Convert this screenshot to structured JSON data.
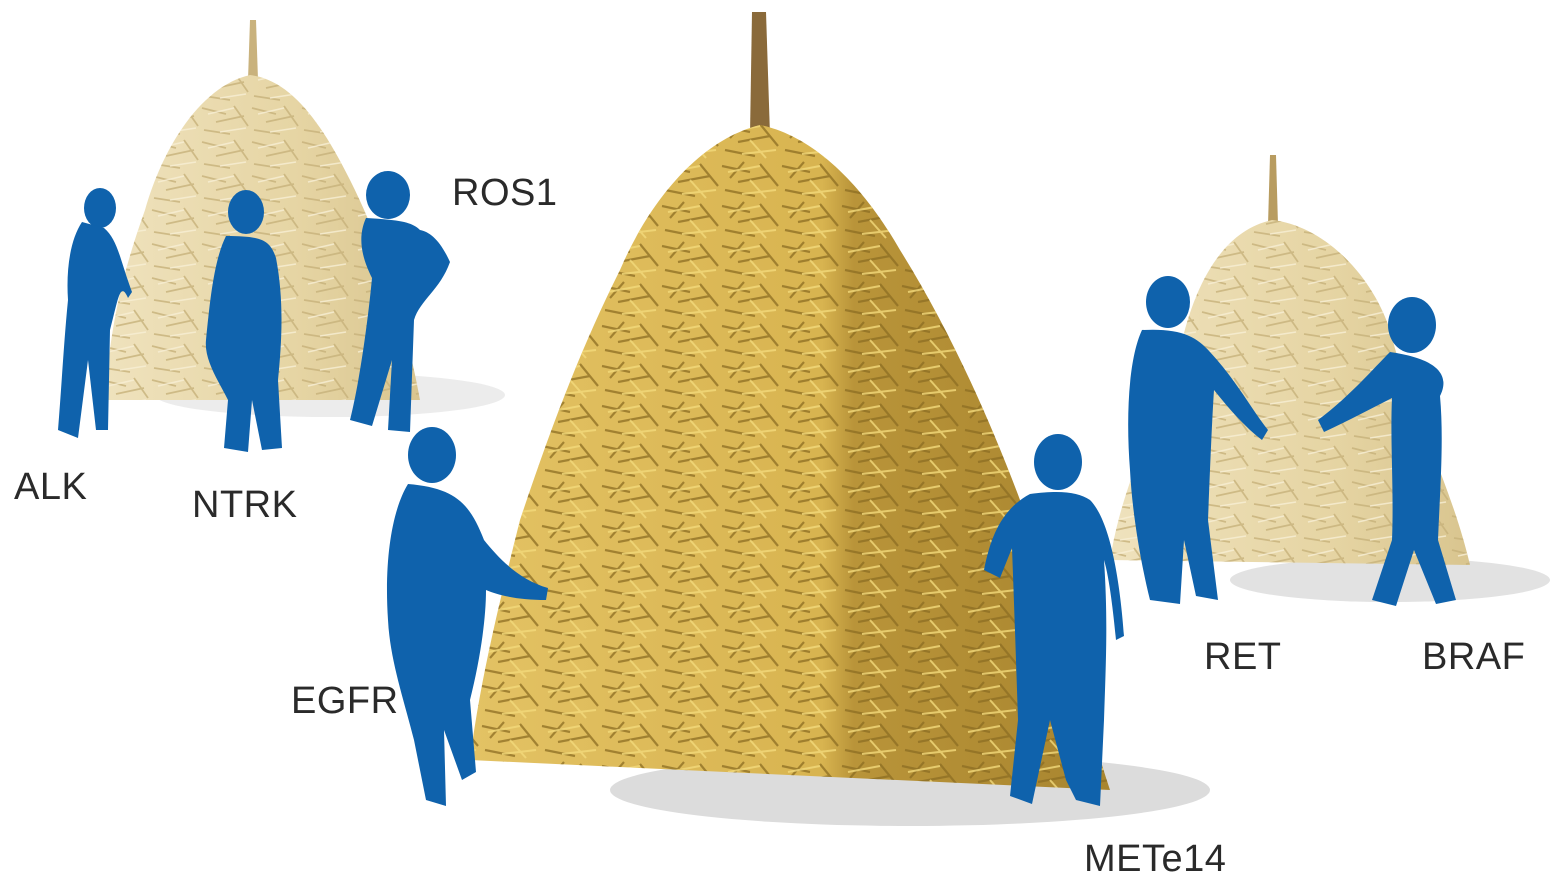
{
  "labels": {
    "alk": "ALK",
    "ntrk": "NTRK",
    "ros1": "ROS1",
    "egfr": "EGFR",
    "met": "METe14",
    "ret": "RET",
    "braf": "BRAF"
  },
  "colors": {
    "figure_blue": "#0f62ac",
    "hay_main": "#d8b450",
    "hay_shadow_side": "#b8923a",
    "hay_faded": "#e6d5a4",
    "pole": "#8a6a3a",
    "ground_shadow": "#dcdcdc",
    "label_text": "#2a2a2a"
  },
  "icons": {
    "figures": "person-silhouette-icon",
    "stacks": "haystack-icon"
  }
}
